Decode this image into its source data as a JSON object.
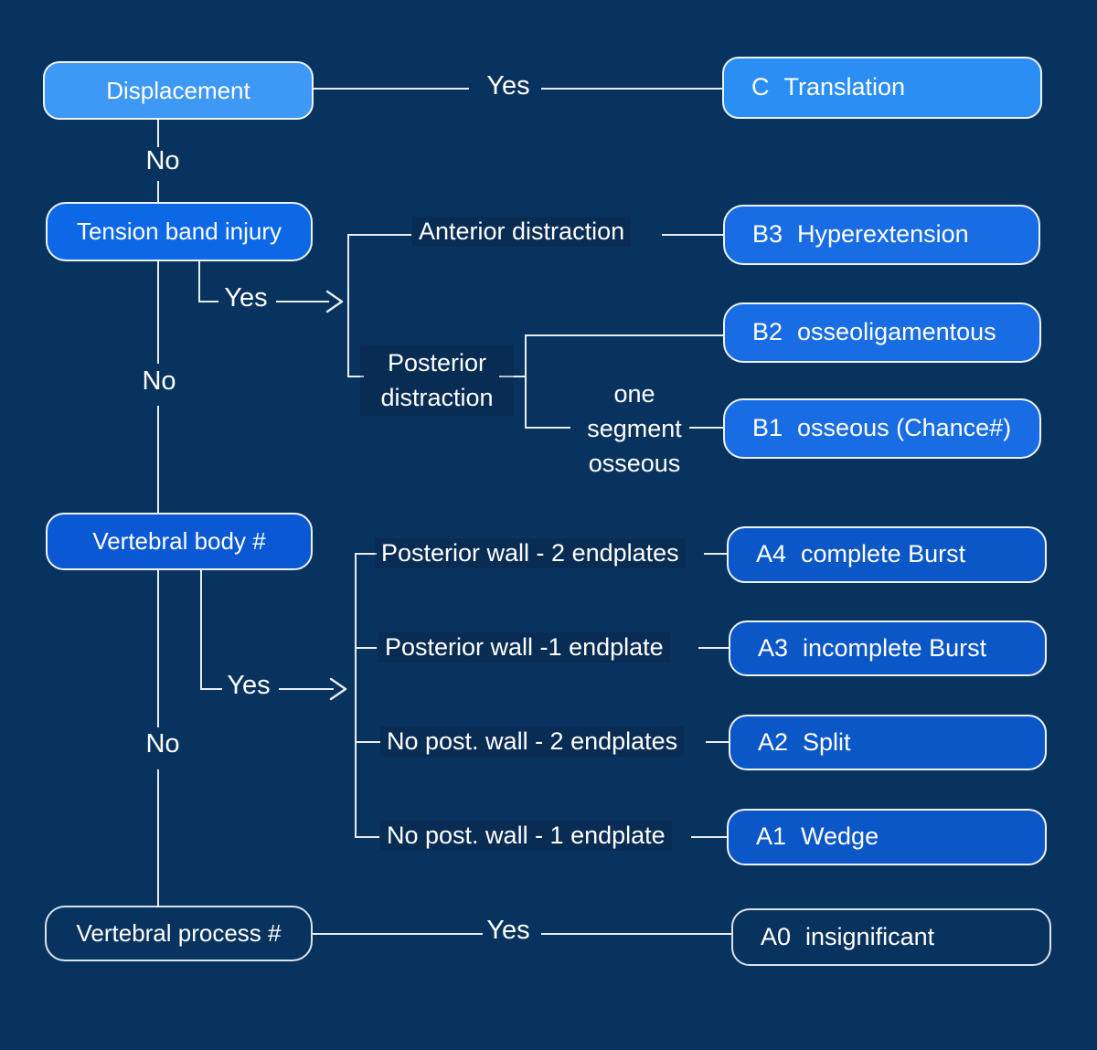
{
  "colors": {
    "bg": "#09335f",
    "line": "#e9eef4",
    "ink": "#ffffff",
    "node_bright": "#3e98f6",
    "node_bright2": "#2b8ef5",
    "node_azure": "#0c68e6",
    "node_b": "#186ce4",
    "node_royal": "#0a58d4",
    "node_a": "#0b57c8",
    "outline": "#d9e2ec",
    "label_bg": "rgba(5,22,44,0.22)"
  },
  "decisions": {
    "displacement": "Displacement",
    "tension_band": "Tension band injury",
    "vertebral_body": "Vertebral body #",
    "vertebral_process": "Vertebral process #"
  },
  "results": {
    "c": {
      "code": "C",
      "label": "Translation"
    },
    "b3": {
      "code": "B3",
      "label": "Hyperextension"
    },
    "b2": {
      "code": "B2",
      "label": "osseoligamentous"
    },
    "b1": {
      "code": "B1",
      "label": "osseous (Chance#)"
    },
    "a4": {
      "code": "A4",
      "label": "complete Burst"
    },
    "a3": {
      "code": "A3",
      "label": "incomplete Burst"
    },
    "a2": {
      "code": "A2",
      "label": "Split"
    },
    "a1": {
      "code": "A1",
      "label": "Wedge"
    },
    "a0": {
      "code": "A0",
      "label": "insignificant"
    }
  },
  "edges": {
    "displacement_yes": "Yes",
    "displacement_no": "No",
    "tension_yes": "Yes",
    "tension_no": "No",
    "vbody_yes": "Yes",
    "vbody_no": "No",
    "vprocess_yes": "Yes"
  },
  "branch_labels": {
    "anterior": "Anterior distraction",
    "posterior": [
      "Posterior",
      "distraction"
    ],
    "one_segment": [
      "one",
      "segment",
      "osseous"
    ],
    "a4": "Posterior wall - 2 endplates",
    "a3": "Posterior wall -1 endplate",
    "a2": "No post. wall - 2 endplates",
    "a1": "No post. wall - 1 endplate"
  }
}
